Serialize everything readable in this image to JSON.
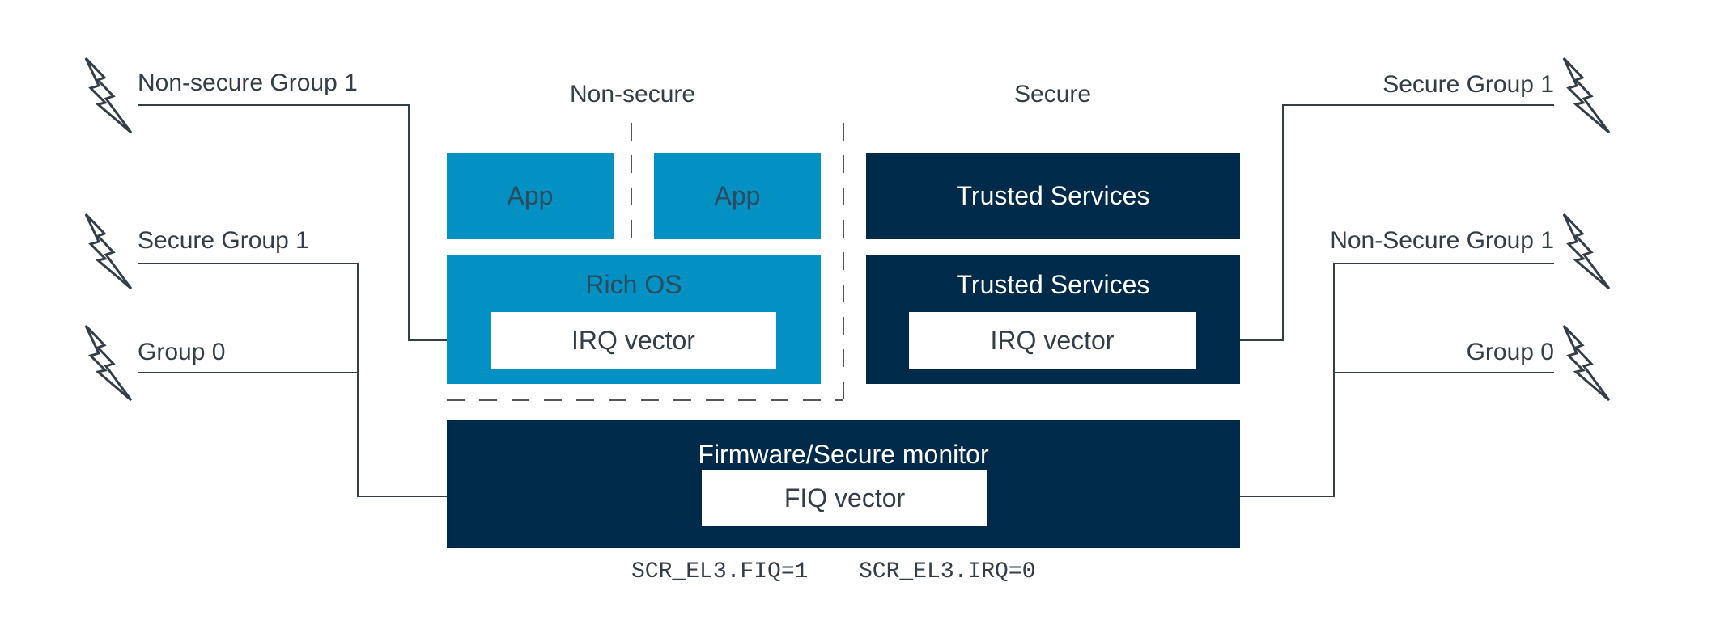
{
  "worlds": {
    "non_secure": "Non-secure",
    "secure": "Secure"
  },
  "boxes": {
    "app_1": "App",
    "app_2": "App",
    "rich_os": "Rich OS",
    "ns_irq_vector": "IRQ vector",
    "trusted_services_top": "Trusted Services",
    "trusted_services_os": "Trusted Services",
    "s_irq_vector": "IRQ vector",
    "firmware": "Firmware/Secure monitor",
    "fiq_vector": "FIQ vector"
  },
  "left_interrupts": {
    "ns_group1": "Non-secure Group 1",
    "s_group1": "Secure Group 1",
    "group0": "Group 0"
  },
  "right_interrupts": {
    "s_group1": "Secure Group 1",
    "ns_group1": "Non-Secure Group 1",
    "group0": "Group 0"
  },
  "registers": {
    "fiq": "SCR_EL3.FIQ=1",
    "irq": "SCR_EL3.IRQ=0"
  },
  "colors": {
    "non_secure_fill": "#0391c4",
    "secure_fill": "#002a4a",
    "vector_fill": "#ffffff",
    "line": "#333e48",
    "non_secure_text": "#2b4b5f"
  },
  "icons": [
    "lightning-icon"
  ]
}
